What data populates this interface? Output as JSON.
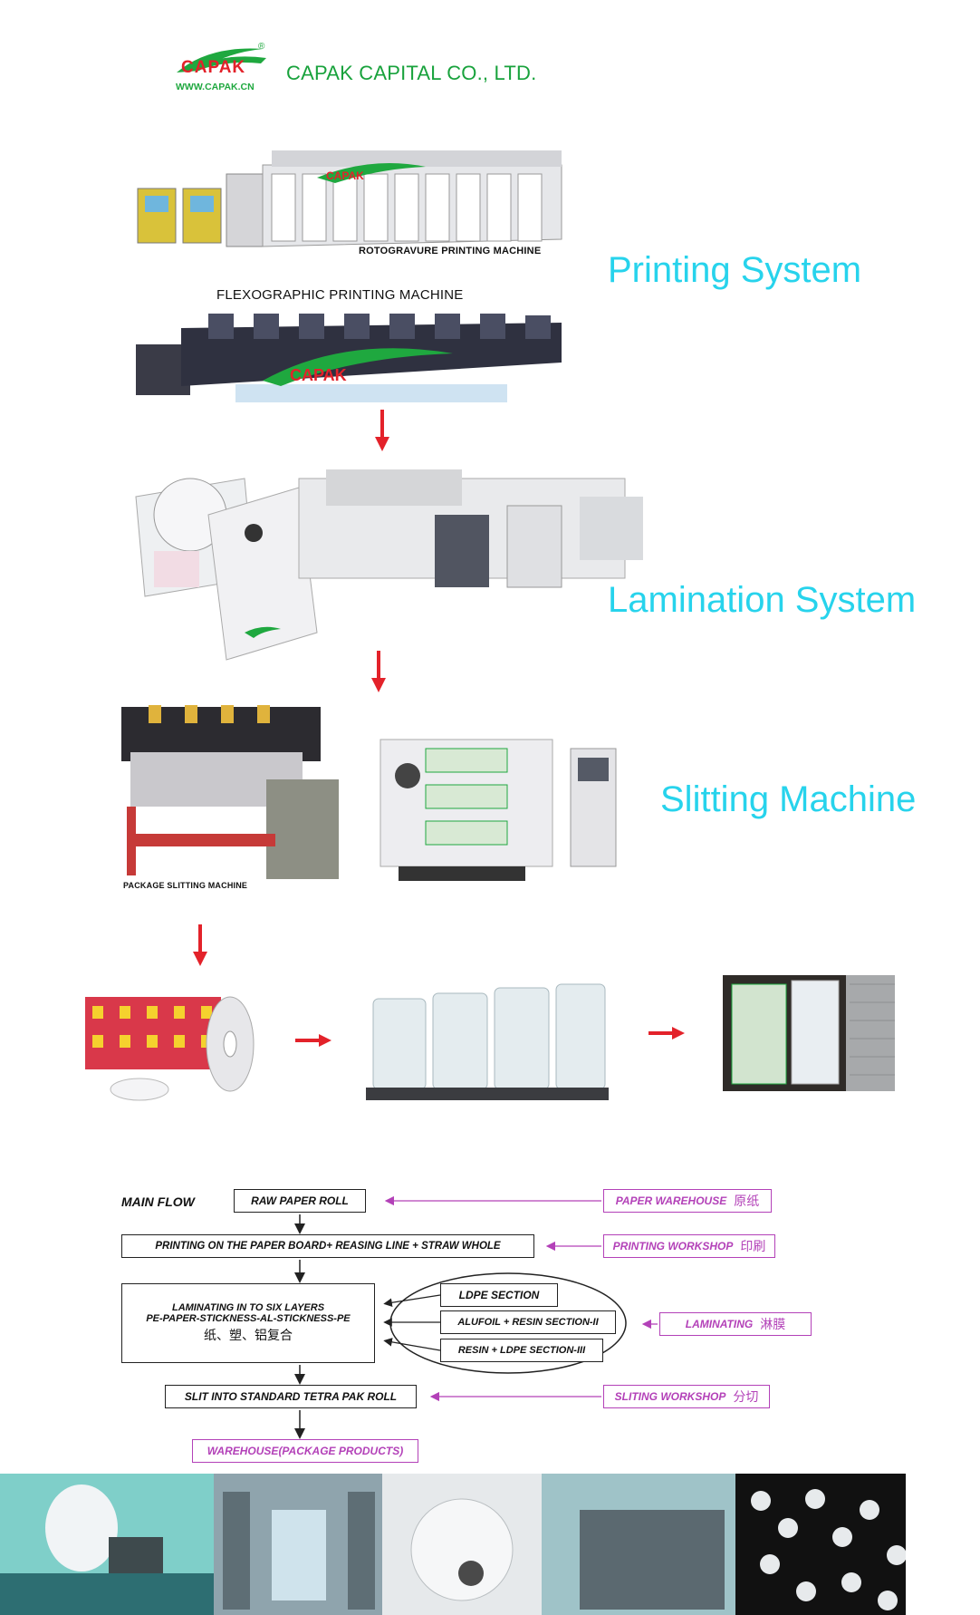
{
  "header": {
    "logo_text": "CAPAK",
    "logo_url": "WWW.CAPAK.CN",
    "company_name": "CAPAK CAPITAL CO., LTD."
  },
  "systems": {
    "printing_title": "Printing System",
    "lamination_title": "Lamination System",
    "slitting_title": "Slitting Machine"
  },
  "captions": {
    "rotogravure": "ROTOGRAVURE PRINTING MACHINE",
    "flexographic": "FLEXOGRAPHIC PRINTING MACHINE",
    "package_slitting": "PACKAGE SLITTING MACHINE"
  },
  "flow": {
    "main_flow_label": "MAIN FLOW",
    "raw_paper_roll": "RAW PAPER ROLL",
    "printing_step": "PRINTING ON THE PAPER BOARD+ REASING LINE + STRAW WHOLE",
    "lamination_line1": "LAMINATING IN TO SIX LAYERS",
    "lamination_line2": "PE-PAPER-STICKNESS-AL-STICKNESS-PE",
    "lamination_line3": "纸、塑、铝复合",
    "ldpe_section": "LDPE SECTION",
    "alufoil_section": "ALUFOIL + RESIN SECTION-II",
    "resin_section": "RESIN + LDPE SECTION-III",
    "slit_step": "SLIT INTO STANDARD TETRA PAK ROLL",
    "warehouse_step": "WAREHOUSE(PACKAGE PRODUCTS)",
    "paper_warehouse": "PAPER WAREHOUSE",
    "paper_warehouse_cn": "原纸",
    "printing_workshop": "PRINTING WORKSHOP",
    "printing_workshop_cn": "印刷",
    "laminating": "LAMINATING",
    "laminating_cn": "淋膜",
    "sliting_workshop": "SLITING WORKSHOP",
    "sliting_workshop_cn": "分切"
  },
  "colors": {
    "title_cyan": "#27d3ec",
    "brand_green": "#18a23c",
    "arrow_red": "#e3222a",
    "flow_purple": "#b341b8"
  }
}
